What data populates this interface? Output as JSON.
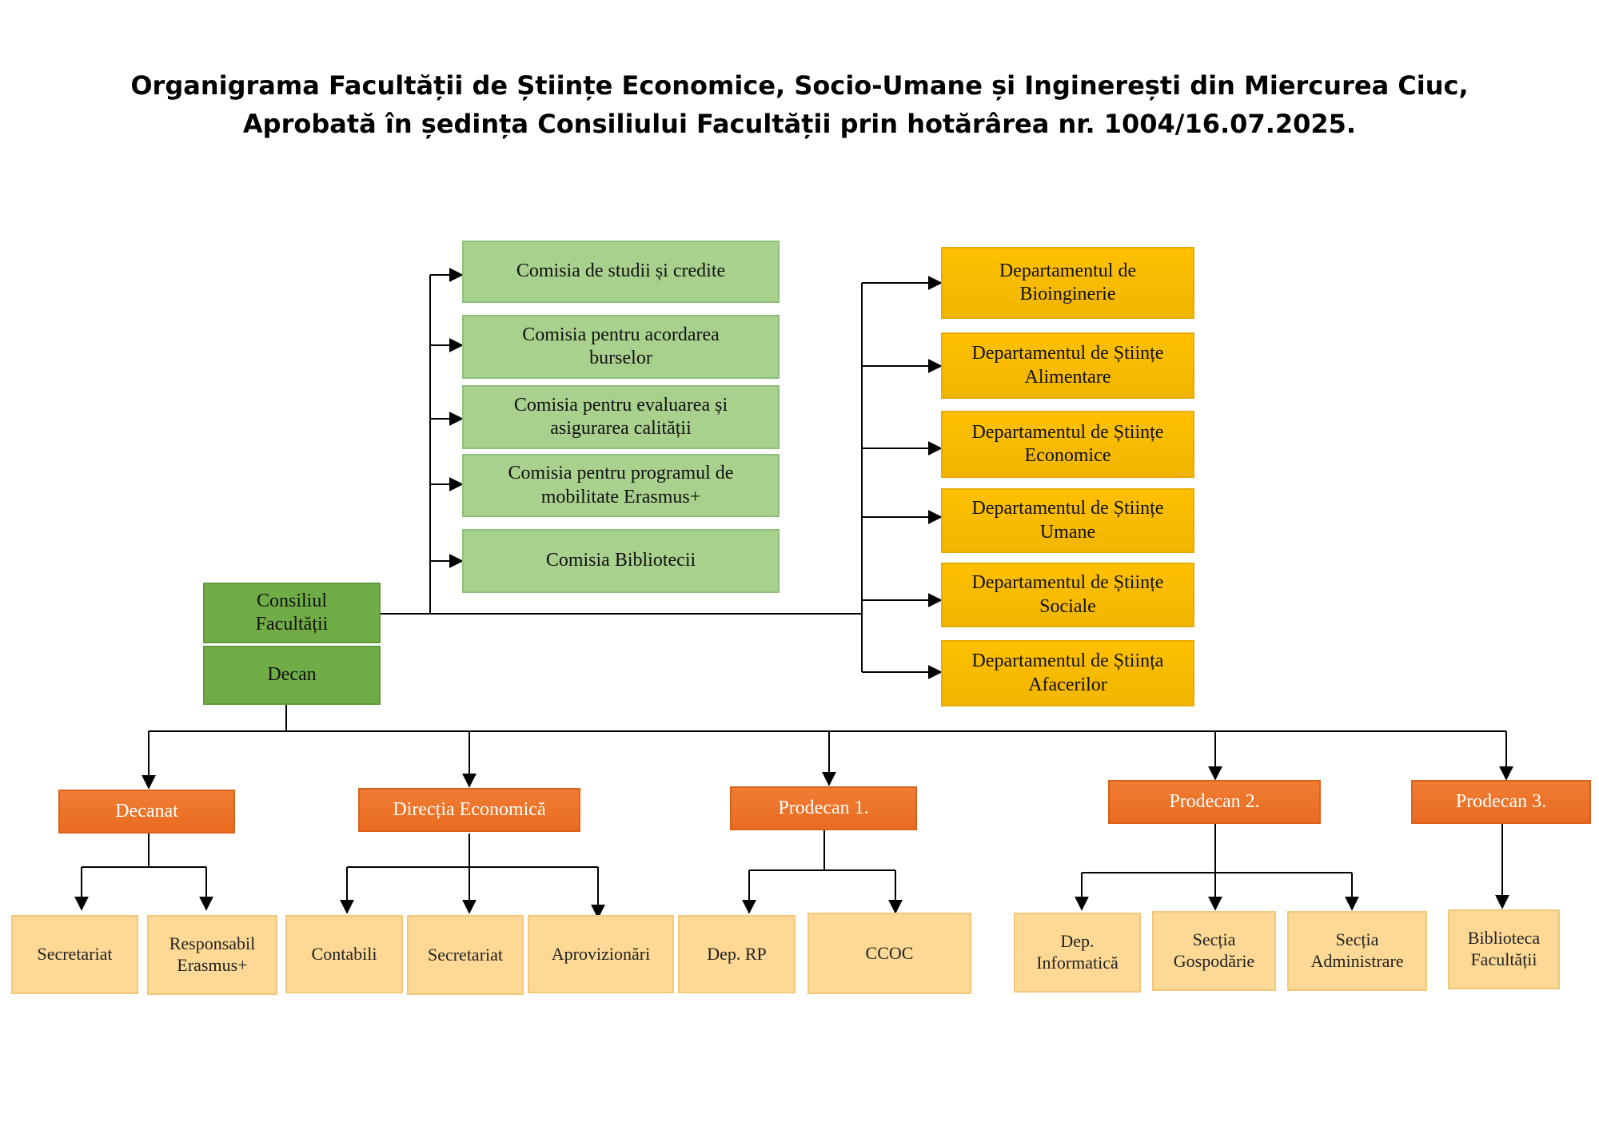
{
  "title": {
    "line1": "Organigrama Facultății de Științe Economice, Socio-Umane și Inginerești din Miercurea Ciuc,",
    "line2": "Aprobată în ședința Consiliului Facultății prin hotărârea nr. 1004/16.07.2025."
  },
  "colors": {
    "commission": "#a9d18e",
    "council": "#70ad47",
    "department": "#ffc000",
    "leadership": "#ed7d31",
    "unit": "#fdd995",
    "connector": "#000000"
  },
  "council": {
    "label": "Consiliul\nFacultății"
  },
  "dean": {
    "label": "Decan"
  },
  "commissions": [
    {
      "label": "Comisia de studii și credite"
    },
    {
      "label": "Comisia pentru acordarea\nburselor"
    },
    {
      "label": "Comisia pentru evaluarea și\nasigurarea calității"
    },
    {
      "label": "Comisia pentru programul de\nmobilitate Erasmus+"
    },
    {
      "label": "Comisia Bibliotecii"
    }
  ],
  "departments": [
    {
      "label": "Departamentul de\nBioinginerie"
    },
    {
      "label": "Departamentul de Științe\nAlimentare"
    },
    {
      "label": "Departamentul de Științe\nEconomice"
    },
    {
      "label": "Departamentul de Științe\nUmane"
    },
    {
      "label": "Departamentul de Științe\nSociale"
    },
    {
      "label": "Departamentul de Știința\nAfacerilor"
    }
  ],
  "leadership": [
    {
      "label": "Decanat"
    },
    {
      "label": "Direcția Economică"
    },
    {
      "label": "Prodecan 1."
    },
    {
      "label": "Prodecan 2."
    },
    {
      "label": "Prodecan 3."
    }
  ],
  "units": [
    {
      "label": "Secretariat"
    },
    {
      "label": "Responsabil\nErasmus+"
    },
    {
      "label": "Contabili"
    },
    {
      "label": "Secretariat"
    },
    {
      "label": "Aprovizionări"
    },
    {
      "label": "Dep. RP"
    },
    {
      "label": "CCOC"
    },
    {
      "label": "Dep.\nInformatică"
    },
    {
      "label": "Secția\nGospodărie"
    },
    {
      "label": "Secția\nAdministrare"
    },
    {
      "label": "Biblioteca\nFacultății"
    }
  ]
}
